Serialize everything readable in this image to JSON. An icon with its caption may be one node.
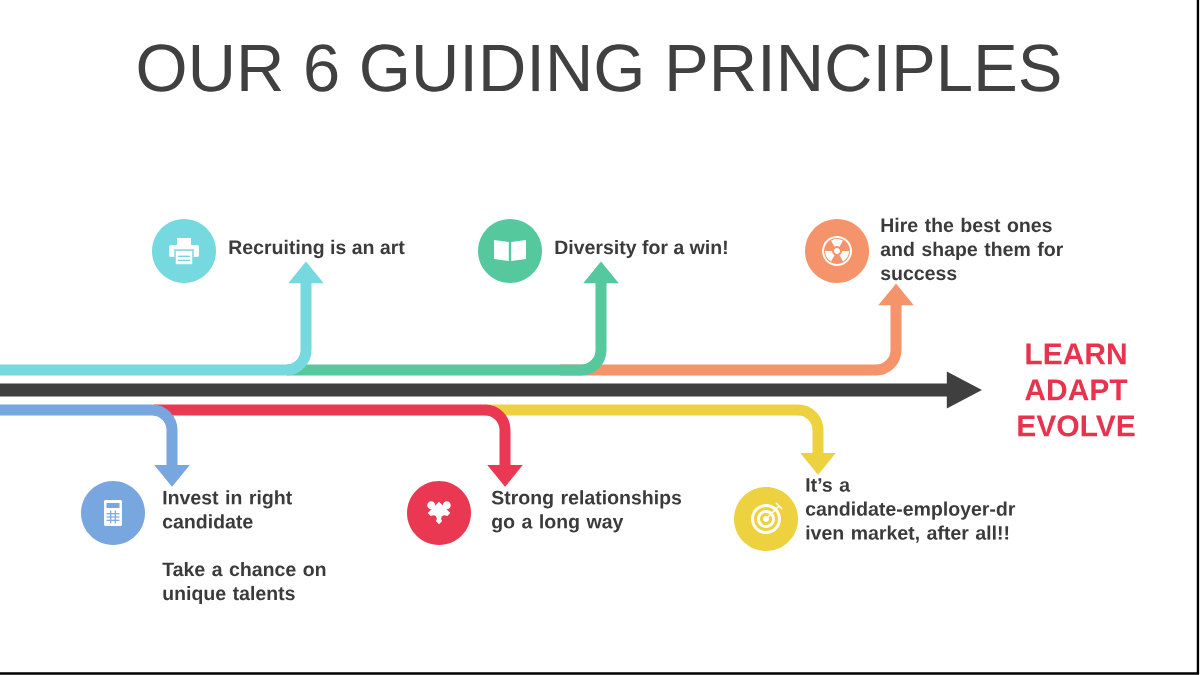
{
  "diagram": {
    "title": "OUR 6 GUIDING PRINCIPLES",
    "nodes": [
      {
        "text": [
          "Recruiting is an art"
        ]
      },
      {
        "text": [
          "Diversity for a win!"
        ]
      },
      {
        "text": [
          "Hire the best ones and shape them for success"
        ]
      },
      {
        "text": [
          "LEARN ADAPT EVOLVE"
        ]
      },
      {
        "text": [
          "Invest in right candidate",
          "Take a chance on unique talents"
        ]
      },
      {
        "text": [
          "Strong relationships go a long way"
        ]
      },
      {
        "text": [
          "It’s a candidate-employer-dr iven market, after all!!"
        ]
      }
    ],
    "edges": [
      {
        "from": null,
        "to": 0,
        "arrow": "to",
        "color": "#77d9e0"
      },
      {
        "from": null,
        "to": 1,
        "arrow": "to",
        "color": "#55c99d"
      },
      {
        "from": null,
        "to": 2,
        "arrow": "to",
        "color": "#f5946a"
      },
      {
        "from": null,
        "to": 3,
        "arrow": "to",
        "color": "#3f3f3f"
      },
      {
        "from": null,
        "to": 4,
        "arrow": "to",
        "color": "#78a6df"
      },
      {
        "from": null,
        "to": 5,
        "arrow": "to",
        "color": "#ea3853"
      },
      {
        "from": null,
        "to": 6,
        "arrow": "to",
        "color": "#edd13f"
      }
    ]
  }
}
